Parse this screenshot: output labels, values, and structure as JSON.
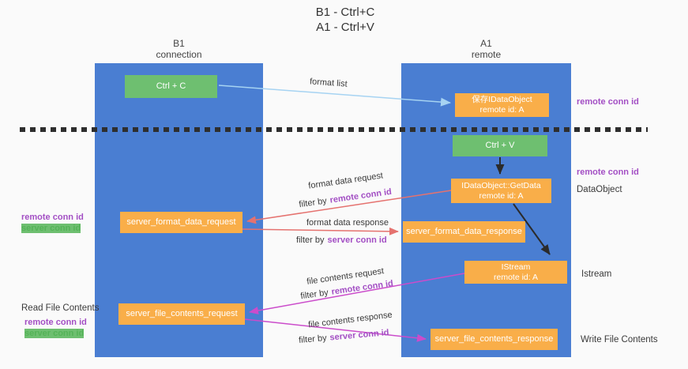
{
  "title": {
    "line1": "B1 - Ctrl+C",
    "line2": "A1 - Ctrl+V"
  },
  "columns": {
    "left": {
      "title": "B1",
      "subtitle": "connection"
    },
    "right": {
      "title": "A1",
      "subtitle": "remote"
    }
  },
  "boxes": {
    "ctrl_c": {
      "label": "Ctrl + C"
    },
    "save_idataobject": {
      "line1": "保存IDataObject",
      "line2": "remote id: A"
    },
    "ctrl_v": {
      "label": "Ctrl + V"
    },
    "getdata": {
      "line1": "IDataObject::GetData",
      "line2": "remote id: A"
    },
    "server_format_data_request": {
      "label": "server_format_data_request"
    },
    "server_format_data_response": {
      "label": "server_format_data_response"
    },
    "istream": {
      "line1": "IStream",
      "line2": "remote id: A"
    },
    "server_file_contents_request": {
      "label": "server_file_contents_request"
    },
    "server_file_contents_response": {
      "label": "server_file_contents_response"
    }
  },
  "arrow_labels": {
    "format_list": "format list",
    "format_data_request": "format data request",
    "format_data_request_filter": {
      "prefix": "filter by",
      "id": "remote conn id"
    },
    "format_data_response": "format data response",
    "format_data_response_filter": {
      "prefix": "filter by",
      "id": "server conn id"
    },
    "file_contents_request": "file contents request",
    "file_contents_request_filter": {
      "prefix": "filter by",
      "id": "remote conn id"
    },
    "file_contents_response": "file contents response",
    "file_contents_response_filter": {
      "prefix": "filter by",
      "id": "server conn id"
    }
  },
  "side_labels": {
    "right_remote_conn_id_top": "remote conn id",
    "right_remote_conn_id_mid": "remote conn id",
    "dataobject": "DataObject",
    "istream": "Istream",
    "write_file_contents": "Write File Contents",
    "left_remote_conn_id_top": "remote conn id",
    "left_server_conn_id_top": "server conn id",
    "read_file_contents": "Read File Contents",
    "left_remote_conn_id_bottom": "remote conn id",
    "left_server_conn_id_bottom": "server conn id"
  },
  "colors": {
    "column_blue": "#4a7ed2",
    "box_green": "#6ebf70",
    "box_orange": "#f9ae49",
    "arrow_light_blue": "#a6d3f2",
    "arrow_red": "#e5726f",
    "arrow_magenta": "#cb4ccb",
    "arrow_black": "#2b2b2b",
    "text_purple": "#a34fc4",
    "text_green": "#55b358"
  }
}
